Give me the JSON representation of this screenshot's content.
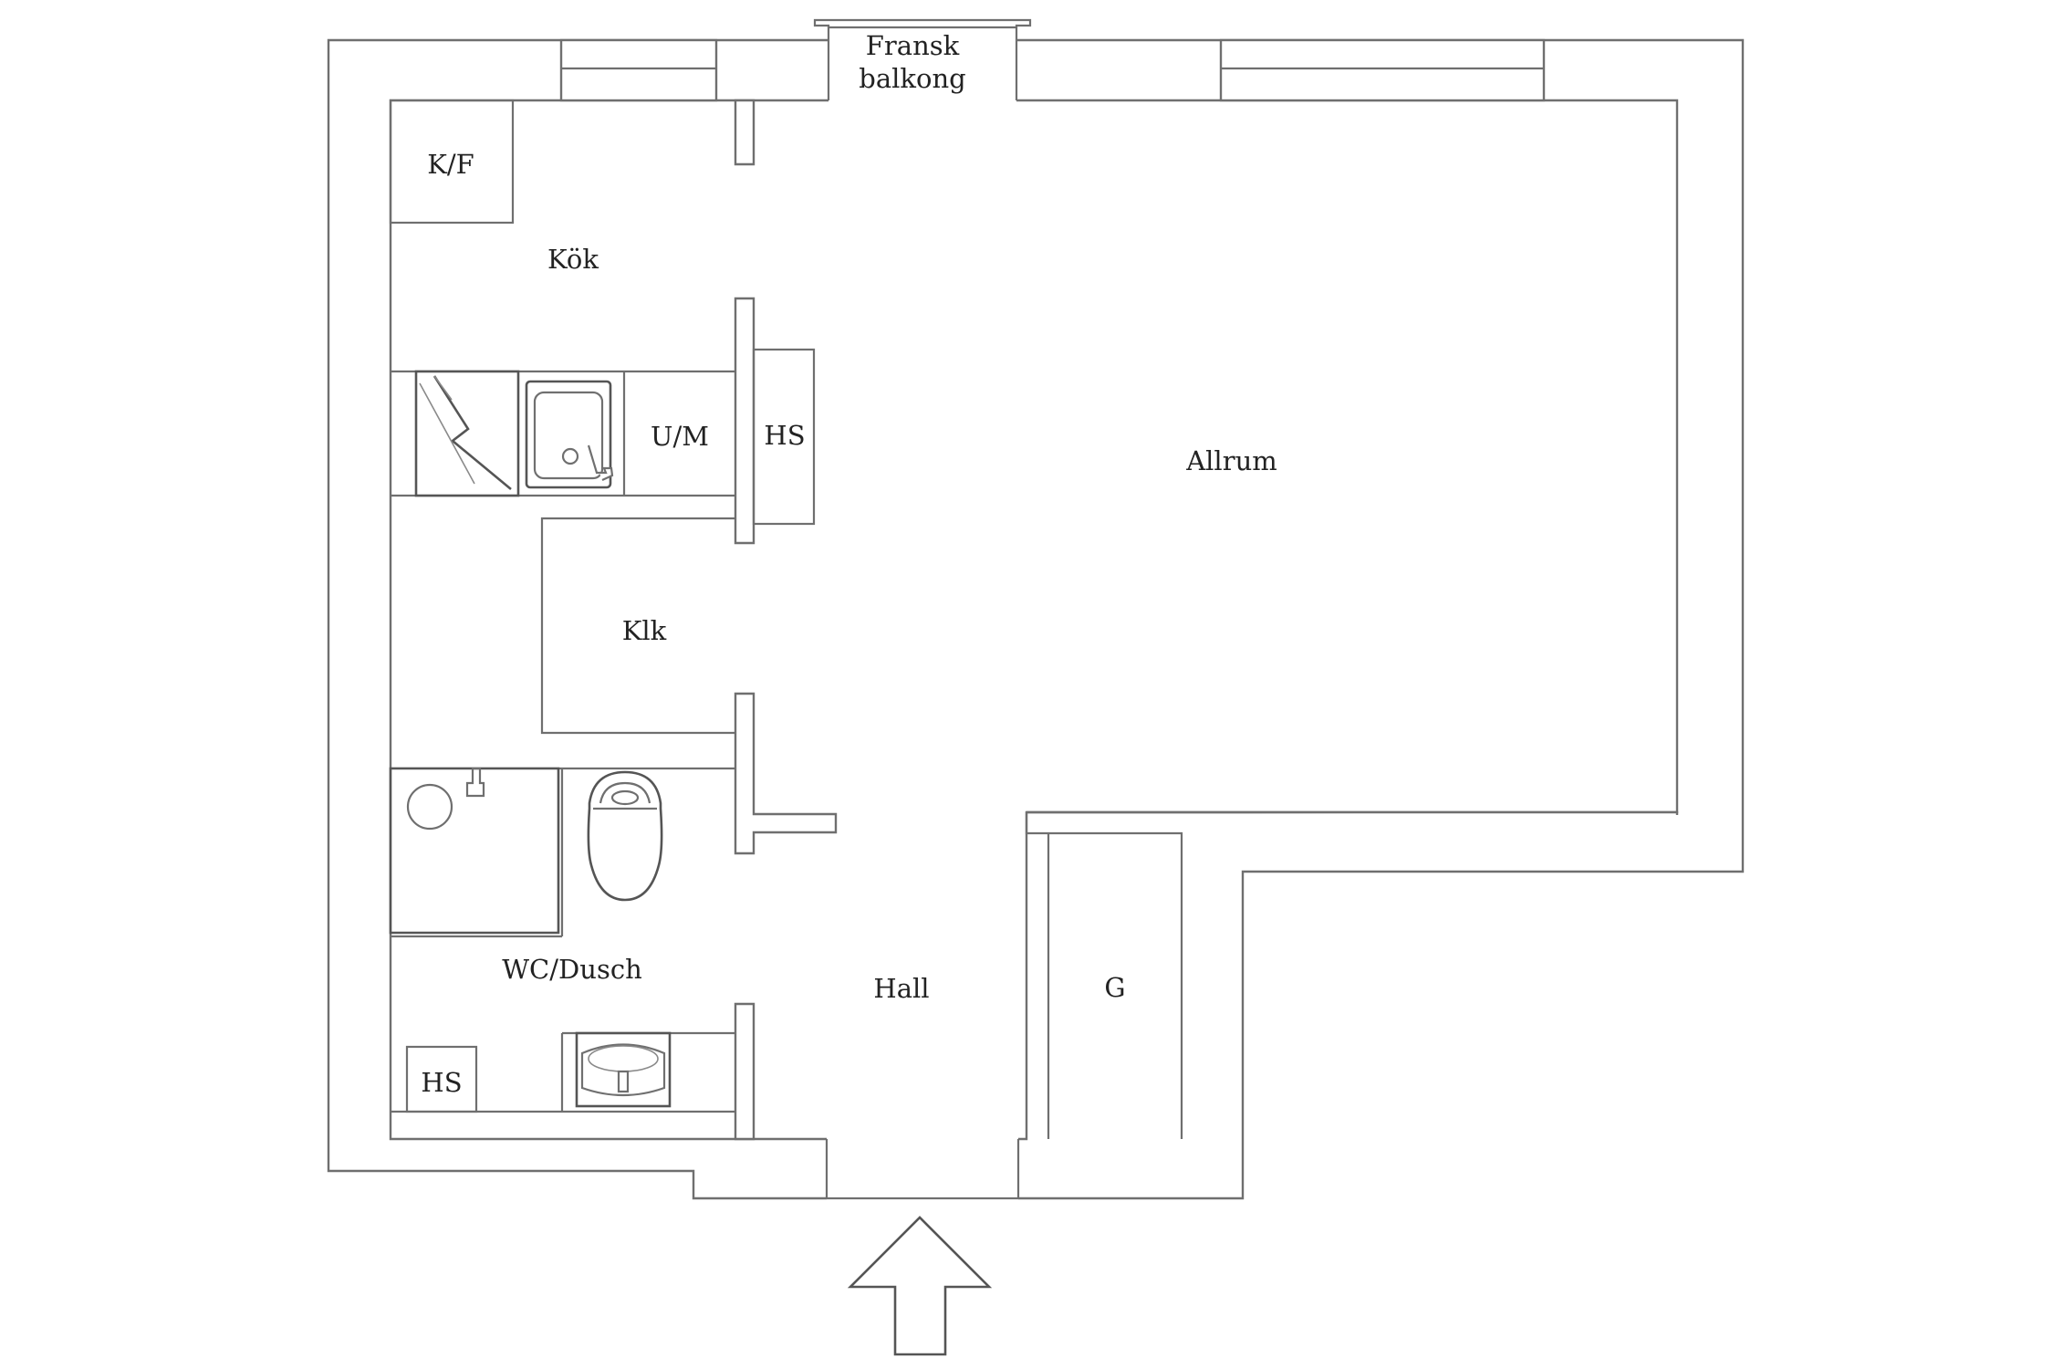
{
  "labels": {
    "fransk": "Fransk",
    "balkong": "balkong",
    "kf": "K/F",
    "kok": "Kök",
    "um": "U/M",
    "hs_kitchen": "HS",
    "allrum": "Allrum",
    "klk": "Klk",
    "wc_dusch": "WC/Dusch",
    "hs_bath": "HS",
    "hall": "Hall",
    "g": "G"
  },
  "icons": {
    "stove": "stove-icon",
    "sink": "kitchen-sink-icon",
    "shower": "shower-icon",
    "toilet": "toilet-icon",
    "washbasin": "washbasin-icon",
    "entrance_arrow": "entrance-arrow-icon"
  },
  "colors": {
    "line": "#6f6f6f",
    "background": "#ffffff",
    "text": "#222222"
  }
}
